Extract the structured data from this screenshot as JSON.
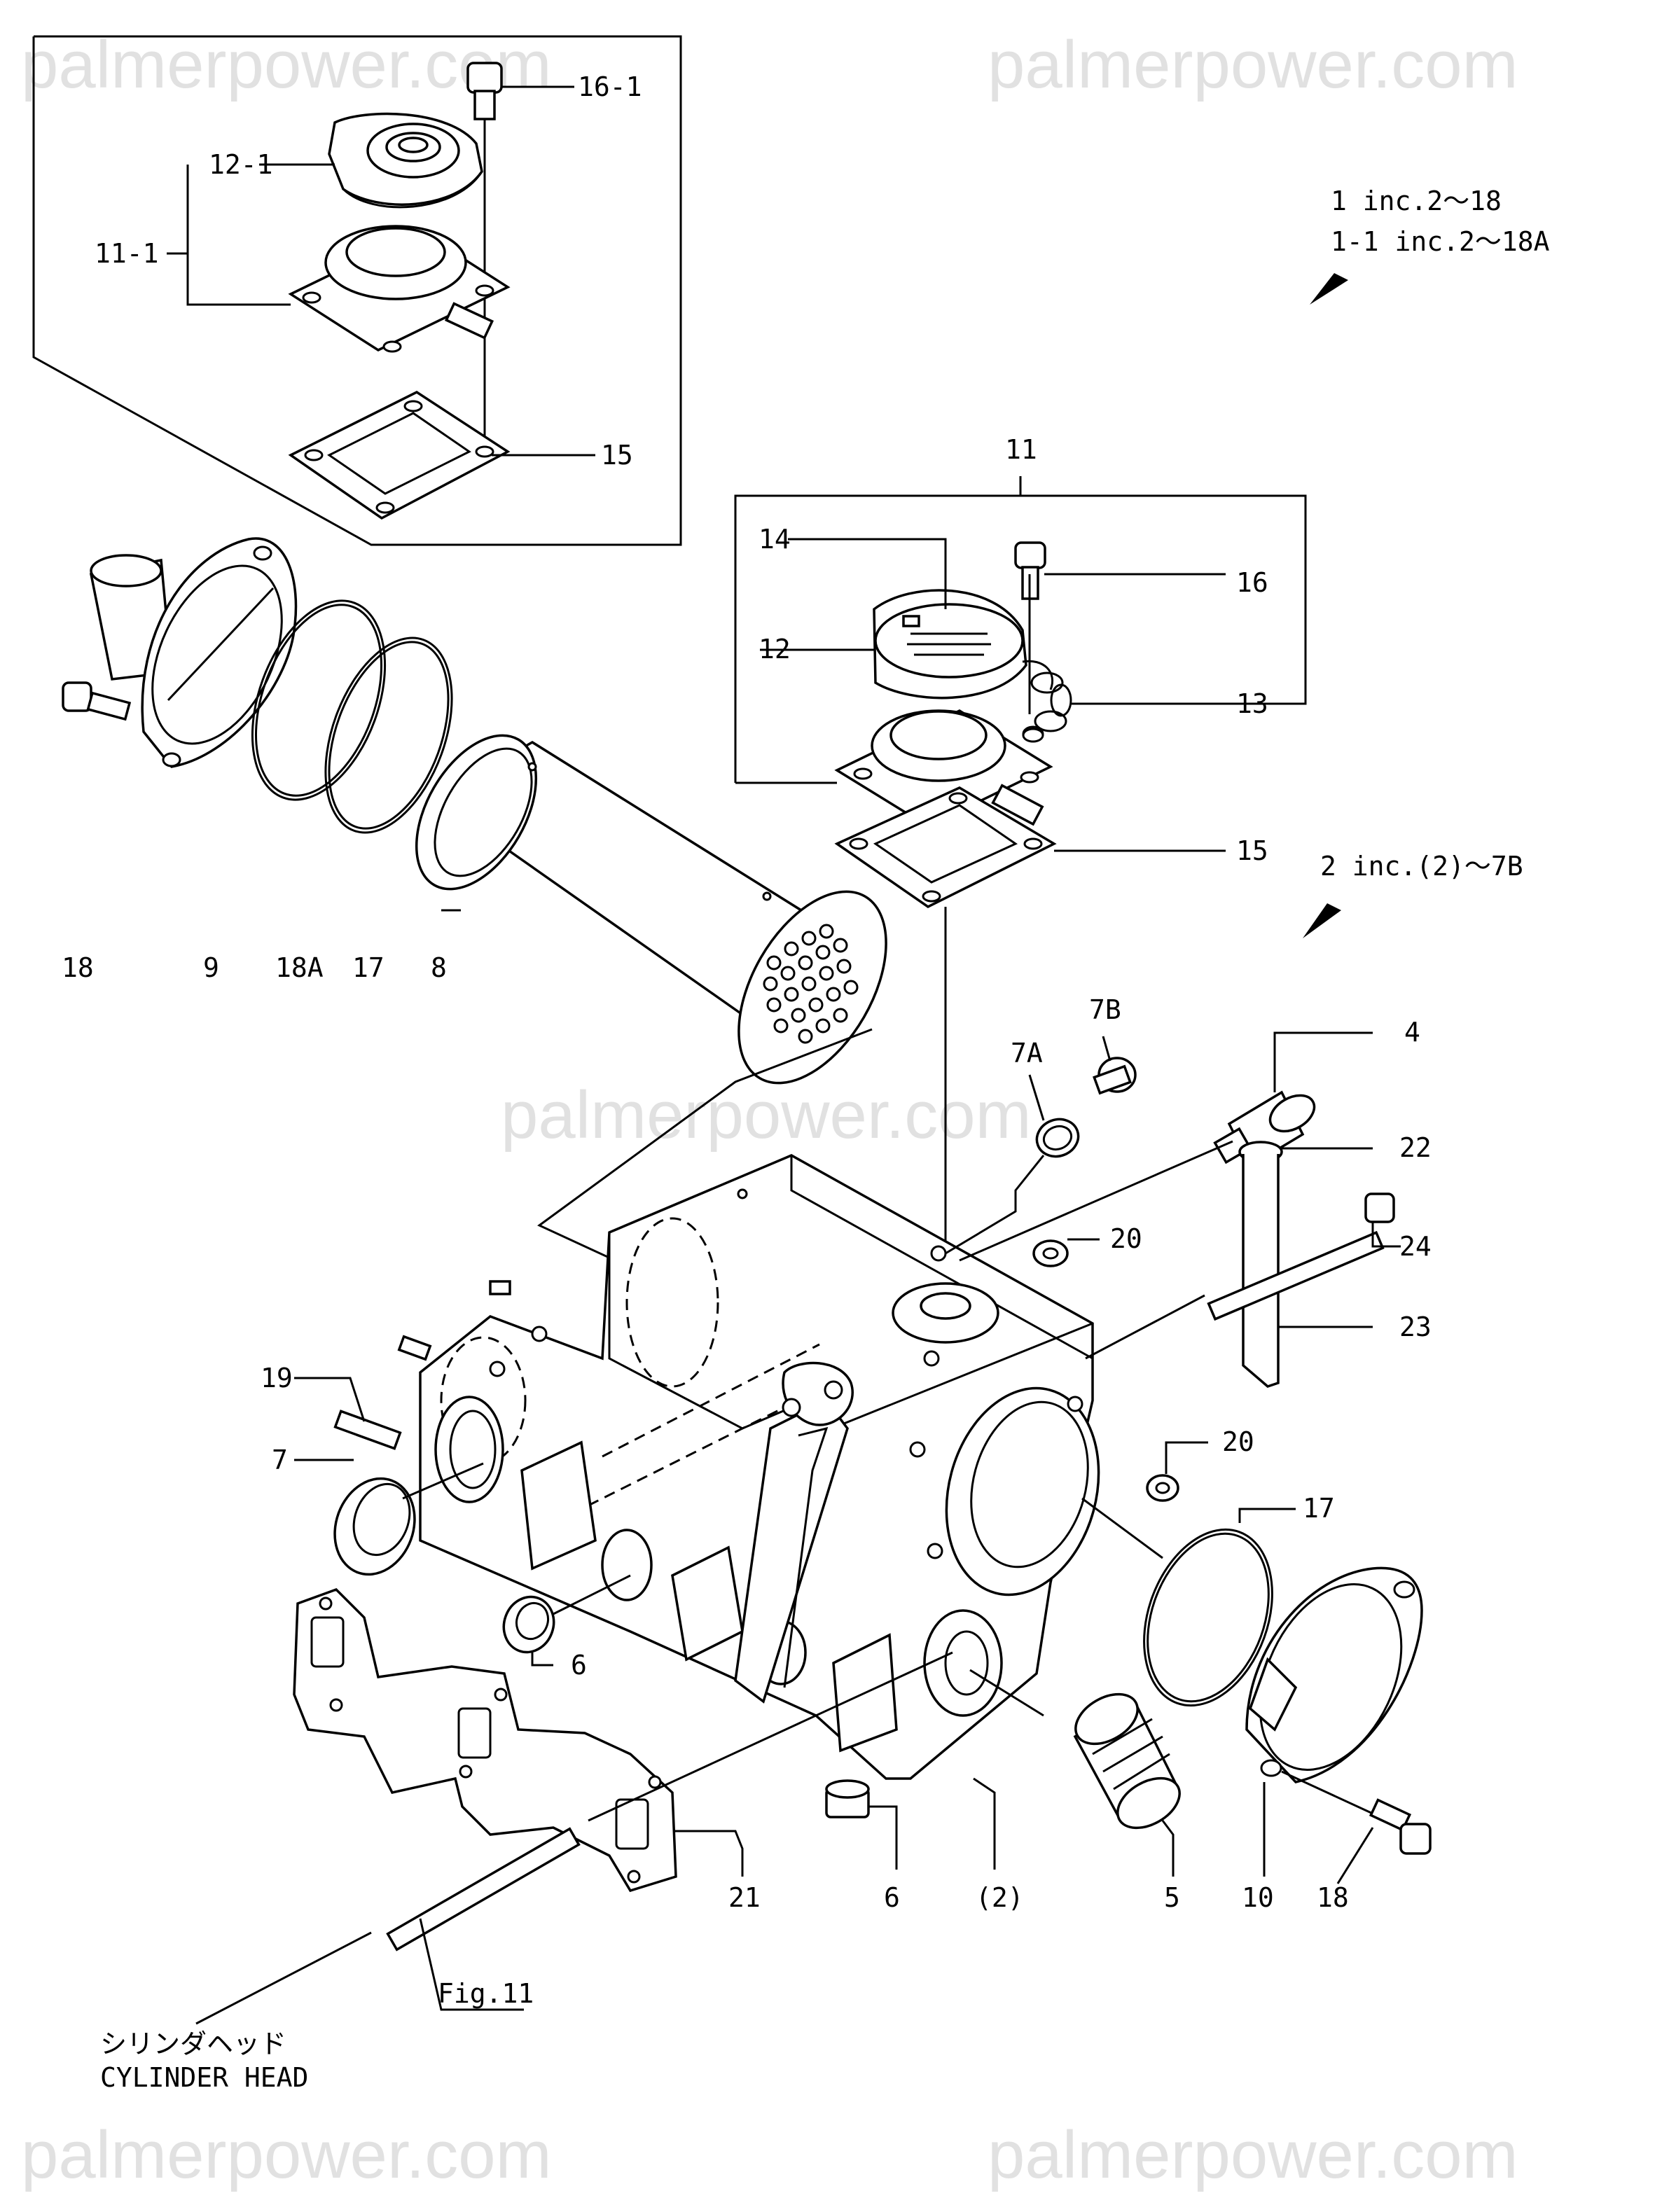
{
  "watermark": "palmerpower.com",
  "notes": {
    "inc_1": "1 inc.2〜18",
    "inc_1_1": "1-1 inc.2〜18A",
    "inc_2": "2 inc.(2)〜7B"
  },
  "reference": {
    "fig": "Fig.11",
    "jp_label": "シリンダヘッド",
    "en_label": "CYLINDER HEAD"
  },
  "callouts": {
    "c16_1": "16-1",
    "c12_1": "12-1",
    "c11_1": "11-1",
    "c15_inset": "15",
    "c11": "11",
    "c14": "14",
    "c16": "16",
    "c12": "12",
    "c13": "13",
    "c15": "15",
    "c18_left": "18",
    "c9": "9",
    "c18A": "18A",
    "c17_left": "17",
    "c8": "8",
    "c7B": "7B",
    "c7A": "7A",
    "c4": "4",
    "c22": "22",
    "c24": "24",
    "c23": "23",
    "c20_top": "20",
    "c19": "19",
    "c7": "7",
    "c20_right": "20",
    "c17_right": "17",
    "c6_left": "6",
    "c21": "21",
    "c6_bottom": "6",
    "c2_paren": "(2)",
    "c5": "5",
    "c10": "10",
    "c18_right": "18"
  }
}
